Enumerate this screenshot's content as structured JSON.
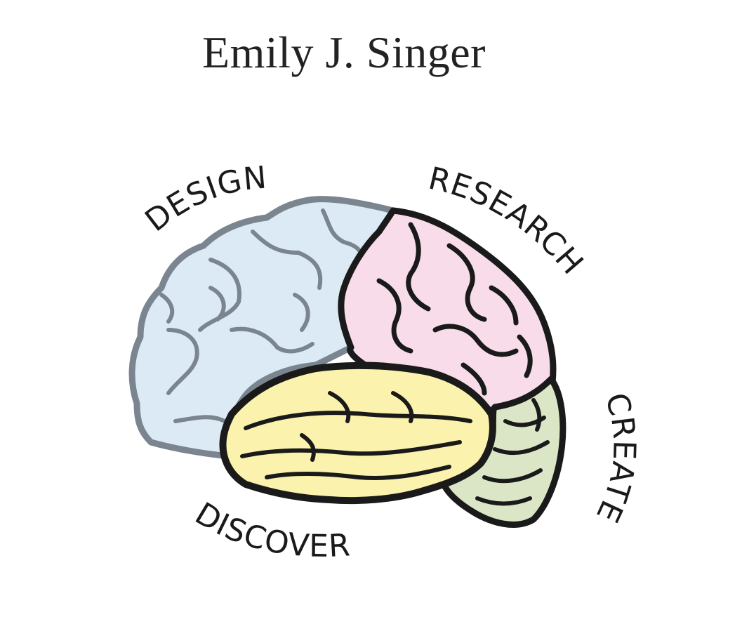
{
  "title": "Emily J. Singer",
  "labels": {
    "design": "DESIGN",
    "research": "RESEARCH",
    "create": "CREATE",
    "discover": "DISCOVER"
  },
  "colors": {
    "design": "#dceaf6",
    "research": "#f9dcea",
    "discover": "#fbf3ad",
    "create": "#dbe6c7",
    "outline_design": "#7a8590",
    "outline_dark": "#1a1a1a"
  }
}
